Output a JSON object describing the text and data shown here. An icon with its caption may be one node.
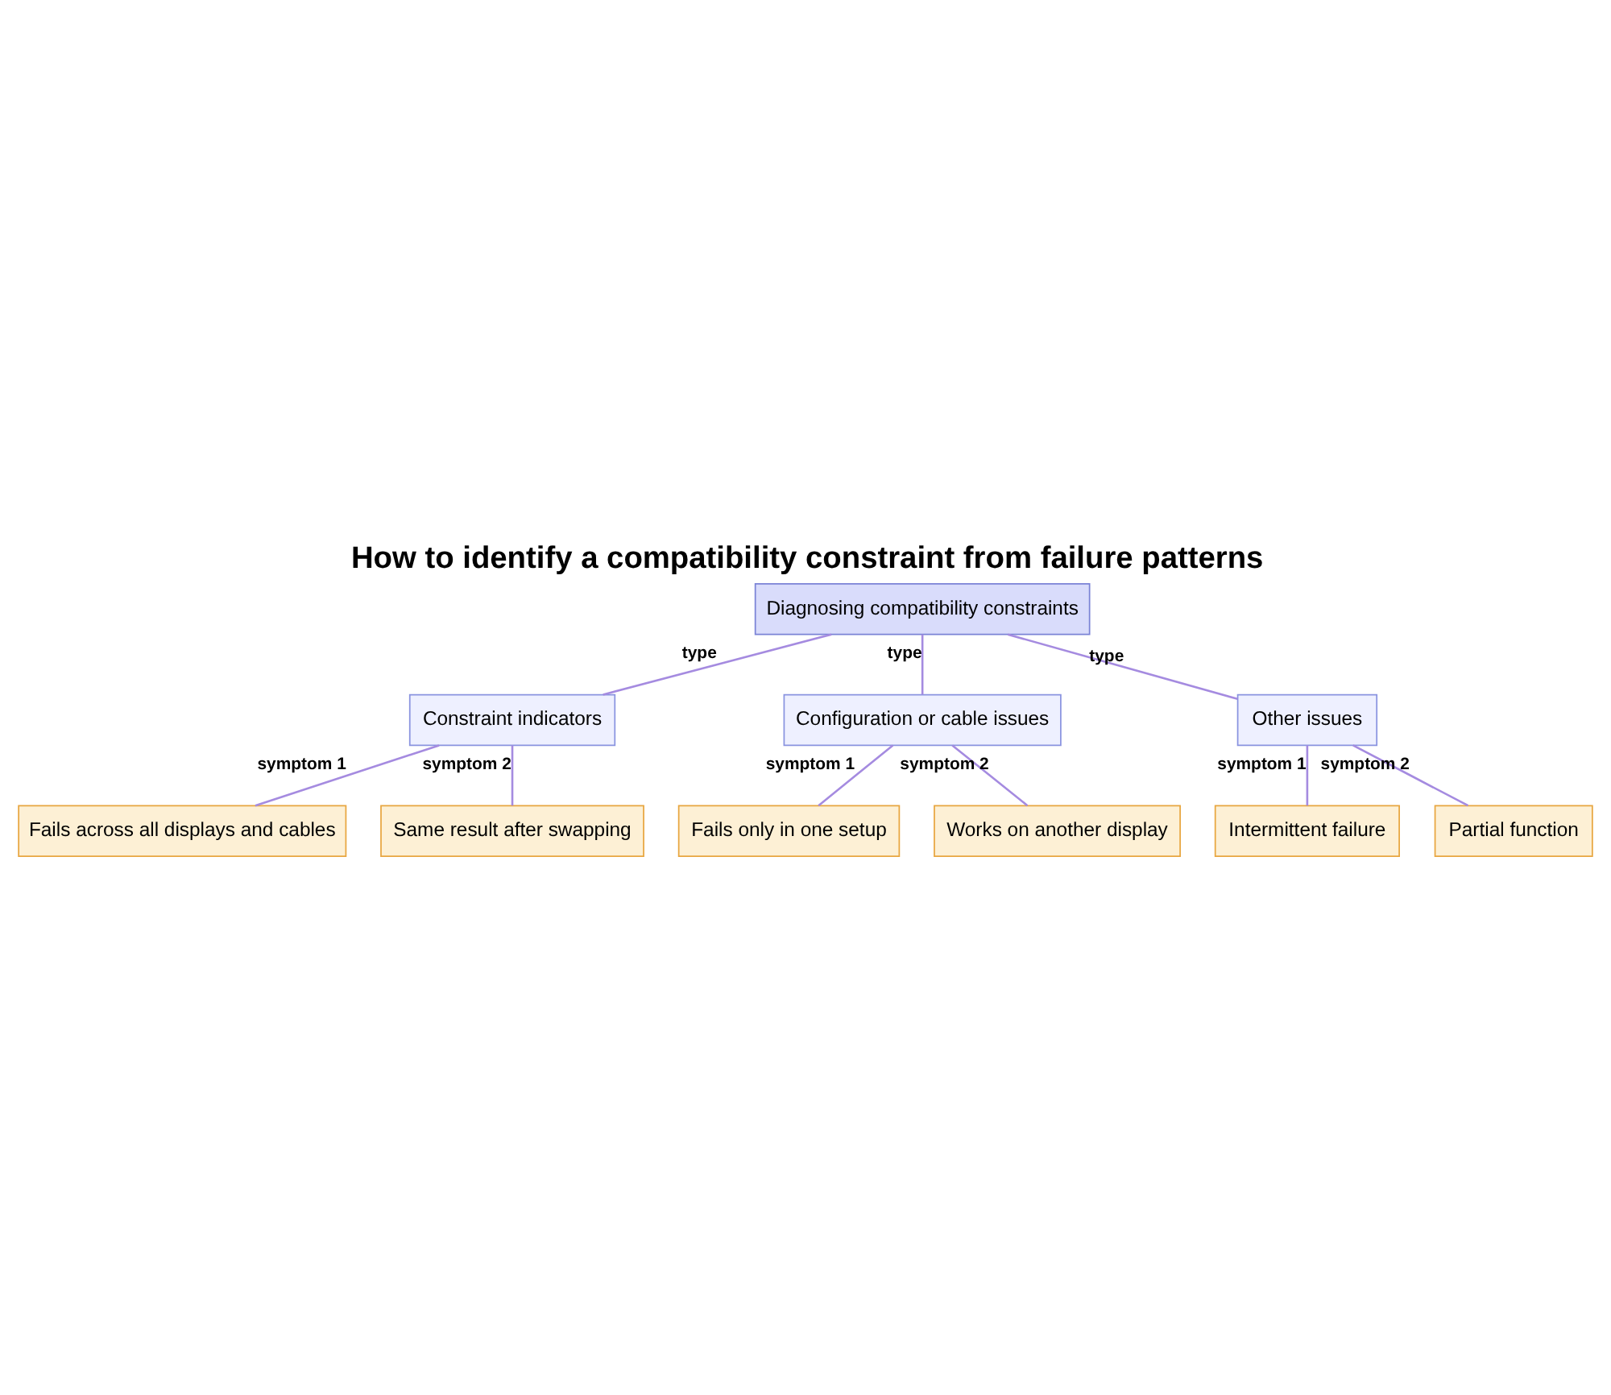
{
  "diagram": {
    "title": "How to identify a compatibility constraint from failure patterns",
    "nodes": [
      {
        "text": [
          "Diagnosing compatibility constraints"
        ]
      },
      {
        "text": [
          "Constraint indicators"
        ]
      },
      {
        "text": [
          "Configuration or cable issues"
        ]
      },
      {
        "text": [
          "Other issues"
        ]
      },
      {
        "text": [
          "Fails across all displays and cables"
        ]
      },
      {
        "text": [
          "Same result after swapping"
        ]
      },
      {
        "text": [
          "Fails only in one setup"
        ]
      },
      {
        "text": [
          "Works on another display"
        ]
      },
      {
        "text": [
          "Intermittent failure"
        ]
      },
      {
        "text": [
          "Partial function"
        ]
      }
    ],
    "edges": [
      {
        "from": 0,
        "to": 1,
        "arrow": "none",
        "label": "type"
      },
      {
        "from": 0,
        "to": 2,
        "arrow": "none",
        "label": "type"
      },
      {
        "from": 0,
        "to": 3,
        "arrow": "none",
        "label": "type"
      },
      {
        "from": 1,
        "to": 4,
        "arrow": "none",
        "label": "symptom 1"
      },
      {
        "from": 1,
        "to": 5,
        "arrow": "none",
        "label": "symptom 2"
      },
      {
        "from": 2,
        "to": 6,
        "arrow": "none",
        "label": "symptom 1"
      },
      {
        "from": 2,
        "to": 7,
        "arrow": "none",
        "label": "symptom 2"
      },
      {
        "from": 3,
        "to": 8,
        "arrow": "none",
        "label": "symptom 1"
      },
      {
        "from": 3,
        "to": 9,
        "arrow": "none",
        "label": "symptom 2"
      }
    ]
  }
}
